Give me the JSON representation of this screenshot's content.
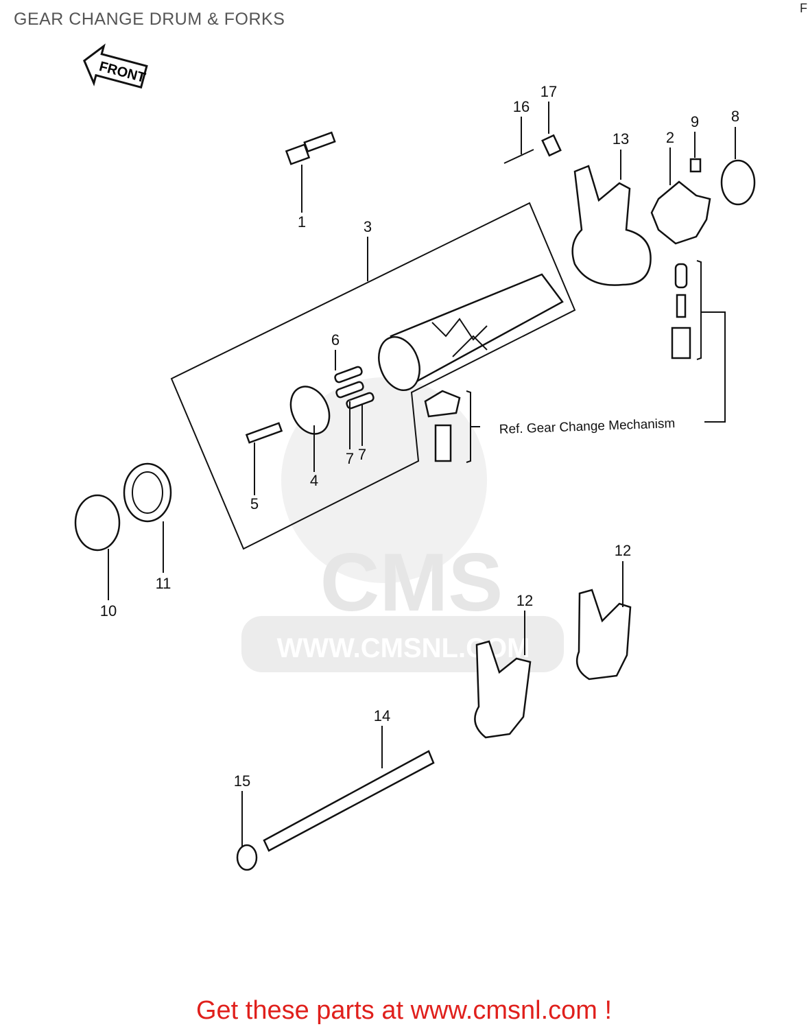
{
  "header": {
    "title": "GEAR CHANGE DRUM & FORKS",
    "corner_mark": "F"
  },
  "diagram": {
    "front_arrow": "FRONT",
    "reference_note": "Ref.  Gear Change Mechanism",
    "callouts": [
      "1",
      "2",
      "3",
      "4",
      "5",
      "6",
      "7",
      "7",
      "8",
      "9",
      "10",
      "11",
      "12",
      "12",
      "13",
      "14",
      "15",
      "16",
      "17"
    ],
    "watermark": {
      "logo": "CMS",
      "url": "WWW.CMSNL.COM"
    }
  },
  "footer": {
    "cta": "Get these parts at www.cmsnl.com !"
  },
  "colors": {
    "footer_text": "#e0201c",
    "title_text": "#555555",
    "watermark": "#e4e4e4"
  }
}
